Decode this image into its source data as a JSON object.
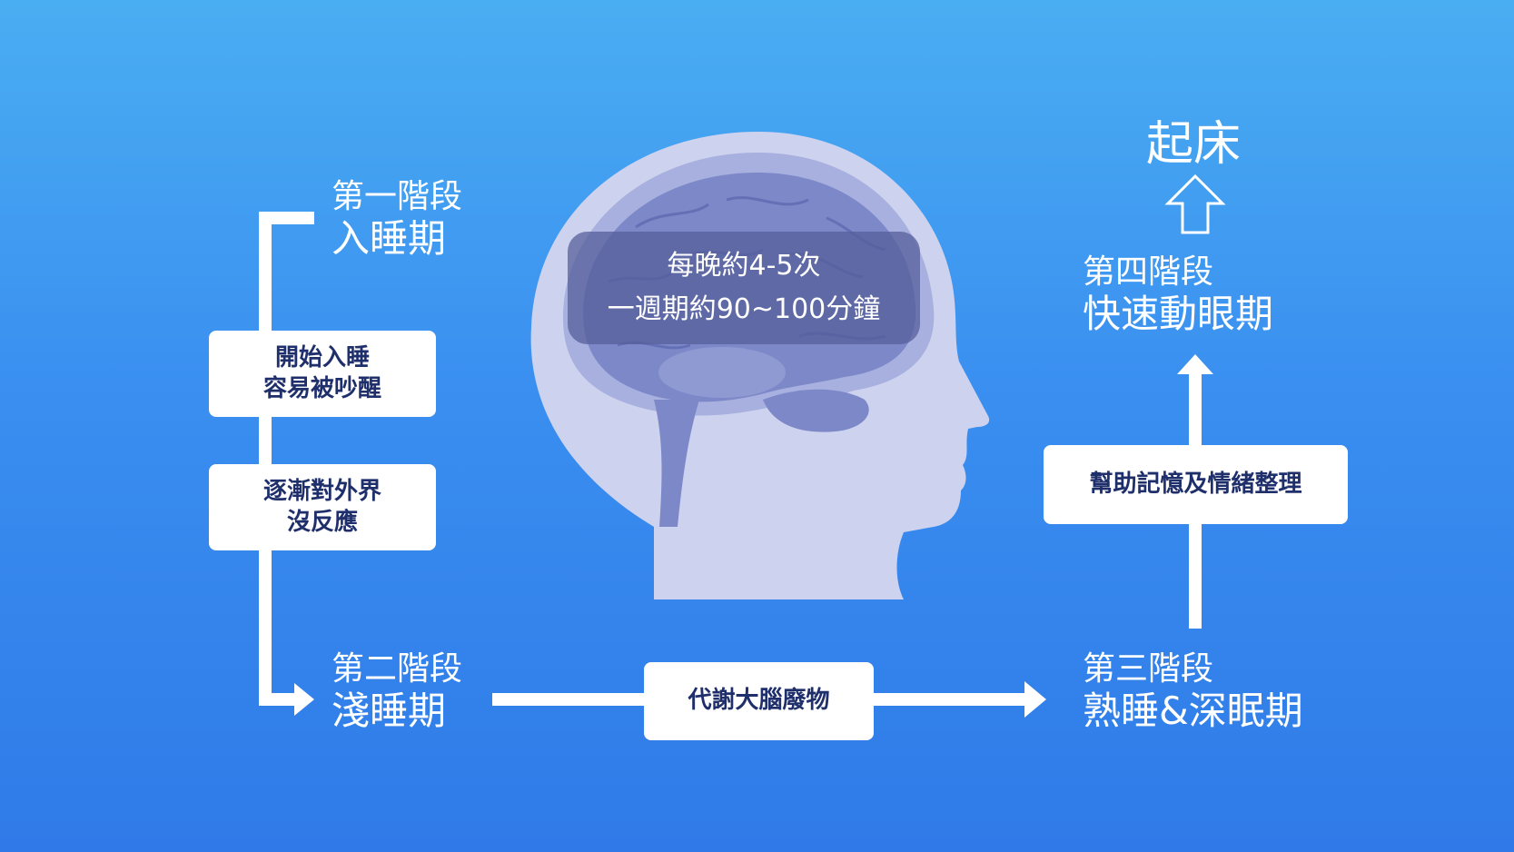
{
  "stages": {
    "stage1": {
      "label": "第一階段",
      "name": "入睡期"
    },
    "stage2": {
      "label": "第二階段",
      "name": "淺睡期"
    },
    "stage3": {
      "label": "第三階段",
      "name": "熟睡&深眠期"
    },
    "stage4": {
      "label": "第四階段",
      "name": "快速動眼期"
    }
  },
  "notes": {
    "stage1_note1": [
      "開始入睡",
      "容易被吵醒"
    ],
    "stage1_note2": [
      "逐漸對外界",
      "沒反應"
    ],
    "stage2_note": "代謝大腦廢物",
    "stage3_note": "幫助記憶及情緒整理"
  },
  "cycle": {
    "line1": "每晚約4-5次",
    "line2": "一週期約90~100分鐘"
  },
  "wake": "起床",
  "colors": {
    "background_top": "#4aaef2",
    "background_bottom": "#2f7ae8",
    "box_text": "#1f2f6b",
    "head_fill": "#cdd3ee",
    "brain_fill": "#7d88c8"
  }
}
